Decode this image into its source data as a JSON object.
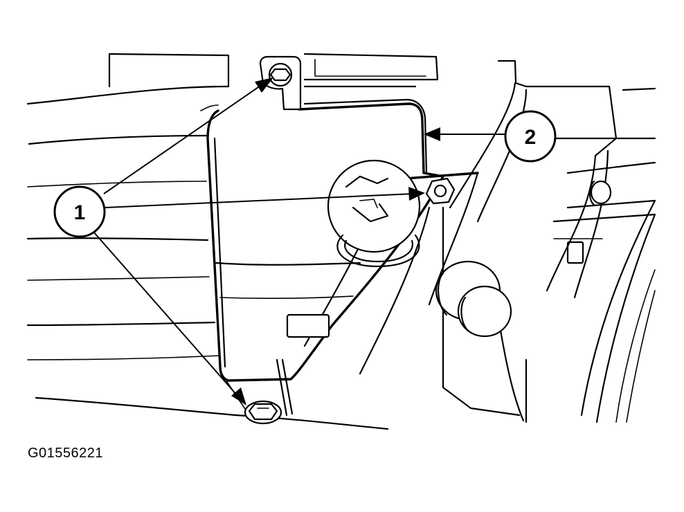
{
  "callouts": [
    {
      "label": "1"
    },
    {
      "label": "2"
    }
  ],
  "figure_code": "G01556221"
}
